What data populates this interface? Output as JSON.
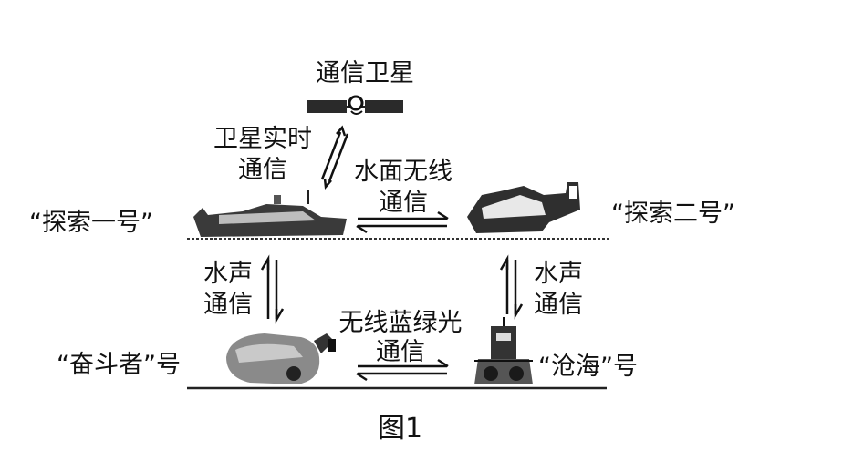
{
  "labels": {
    "satellite": "通信卫星",
    "sat_comm_line1": "卫星实时",
    "sat_comm_line2": "通信",
    "surface_line1": "水面无线",
    "surface_line2": "通信",
    "ship1": "“探索一号”",
    "ship2": "“探索二号”",
    "acoustic_left_line1": "水声",
    "acoustic_left_line2": "通信",
    "acoustic_right_line1": "水声",
    "acoustic_right_line2": "通信",
    "bluegreen_line1": "无线蓝绿光",
    "bluegreen_line2": "通信",
    "sub1": "“奋斗者”号",
    "sub2": "“沧海”号",
    "caption": "图1"
  }
}
